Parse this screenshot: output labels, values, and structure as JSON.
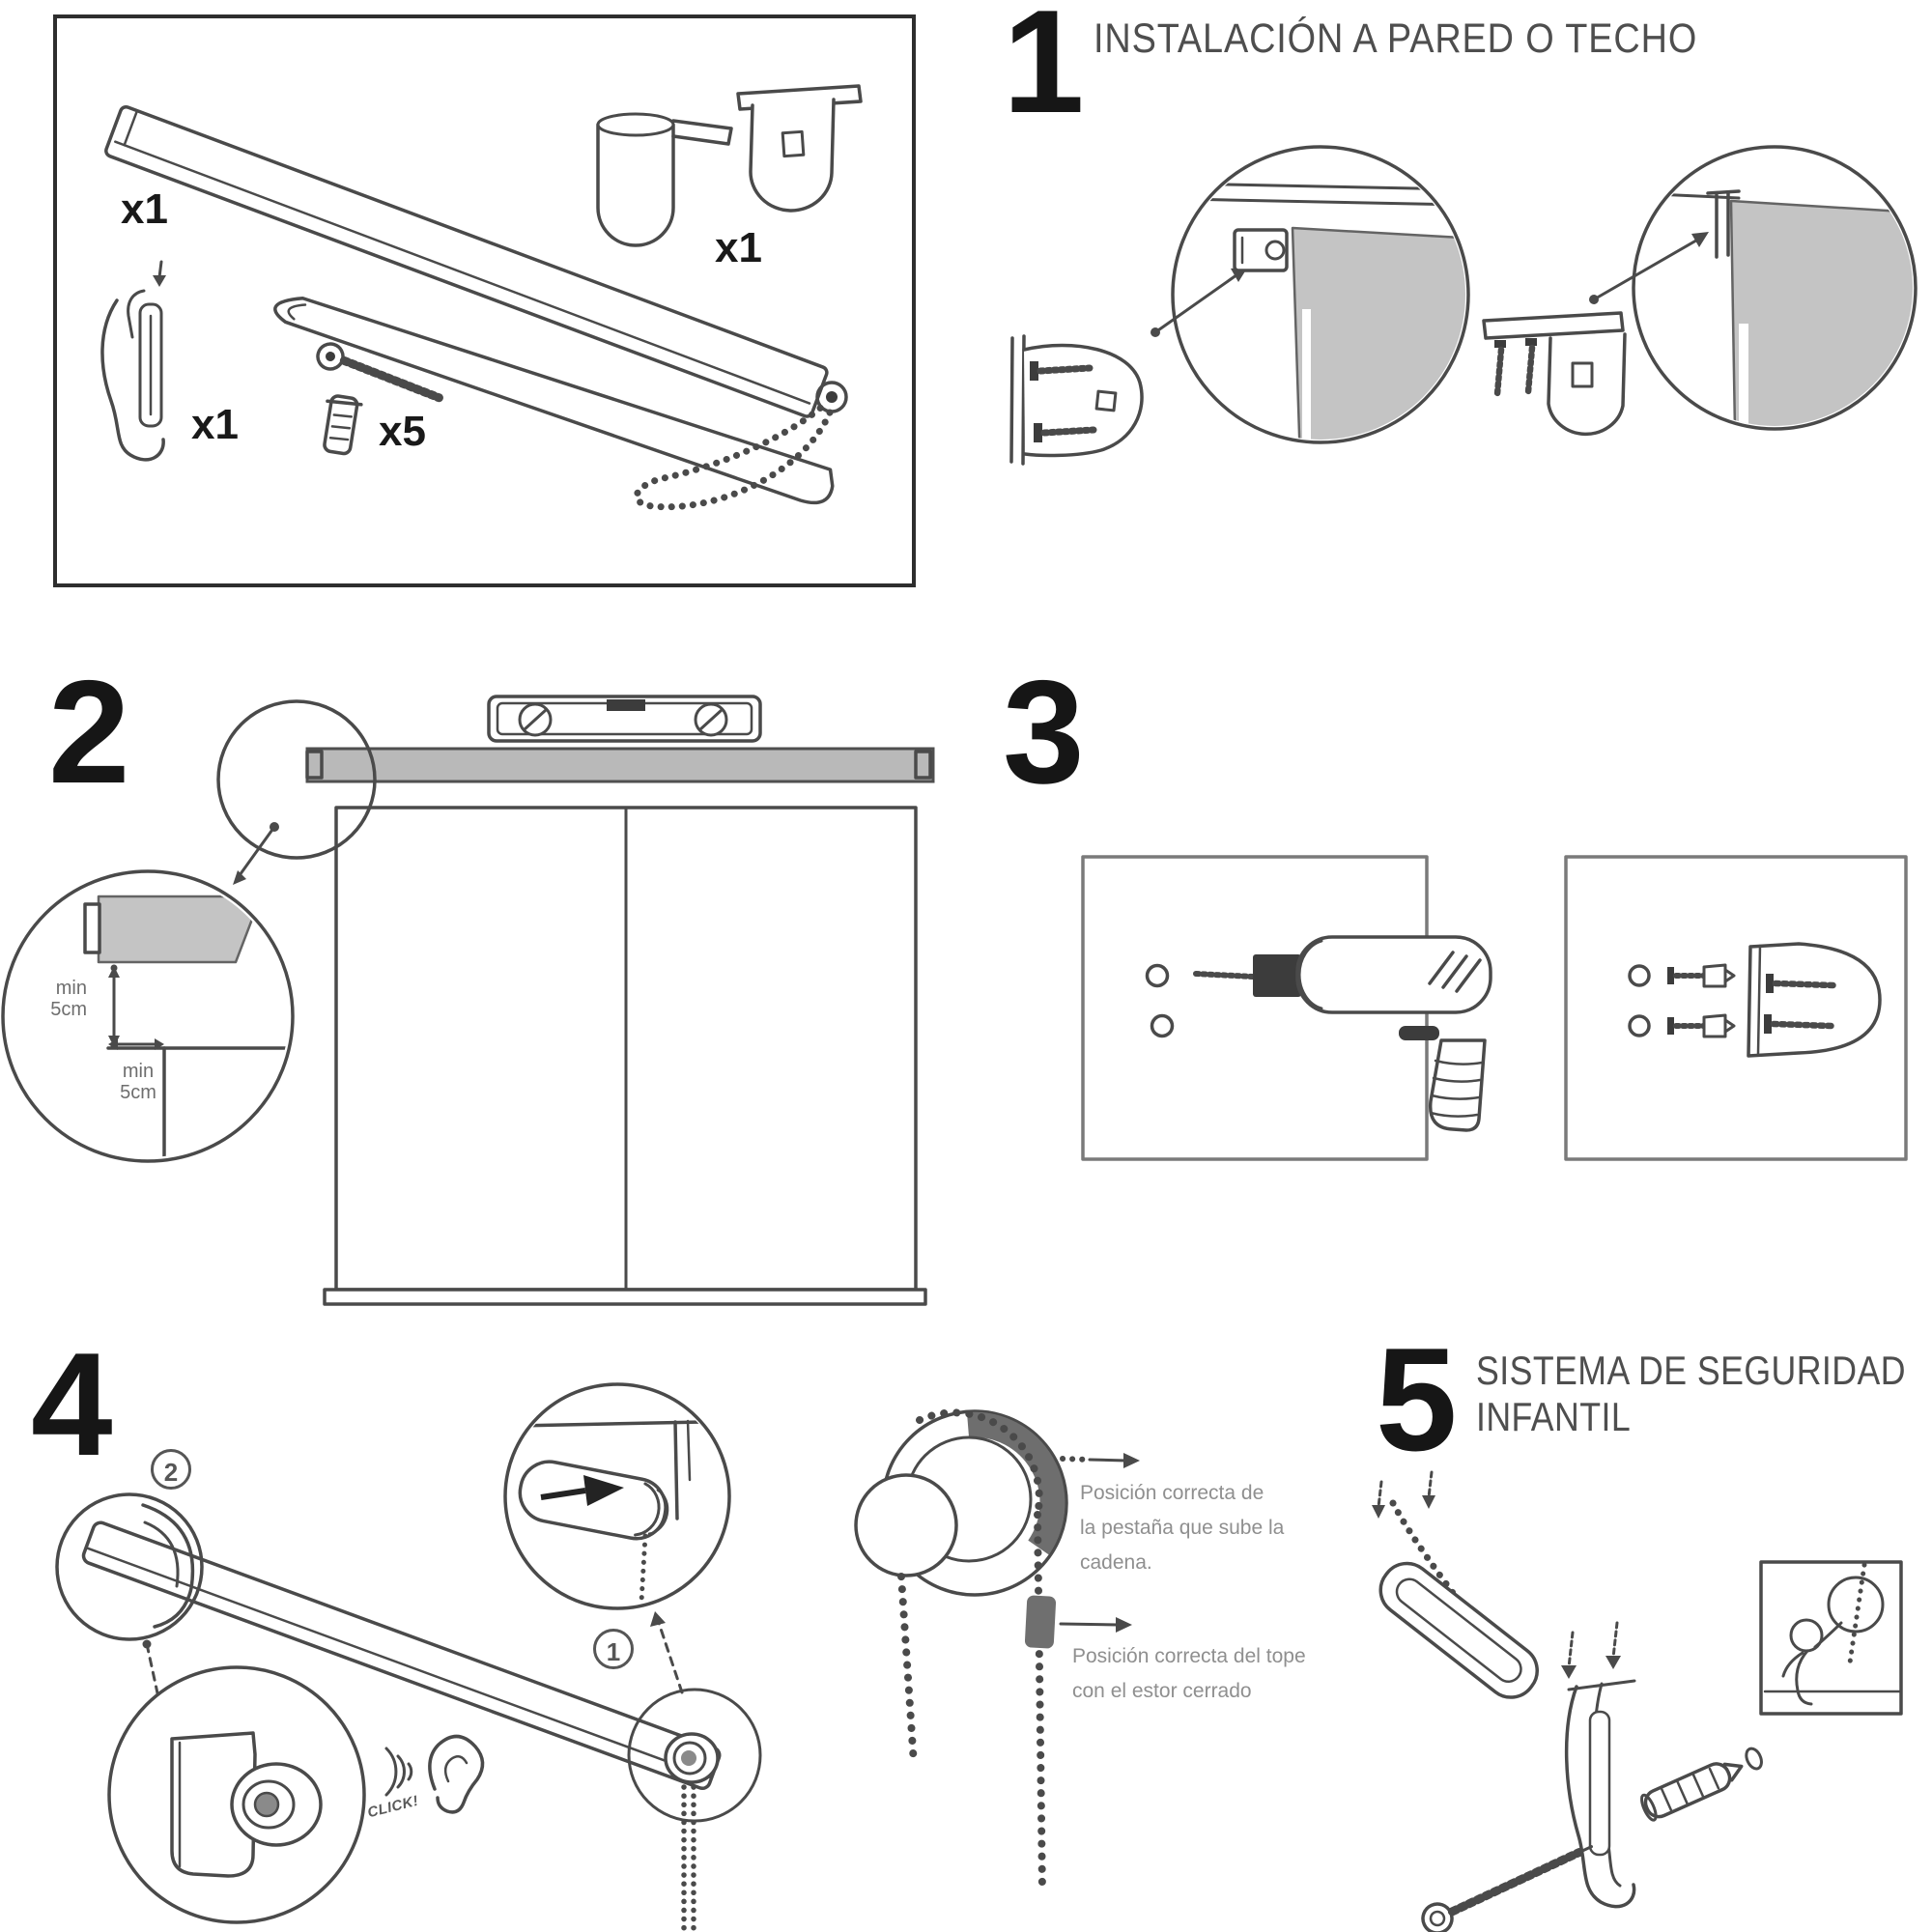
{
  "sheet": {
    "background": "#ffffff",
    "line_color": "#4a4a4a",
    "shade_color": "#c4c4c4",
    "number_color": "#161616",
    "title_color": "#4e4e4e"
  },
  "parts_box": {
    "roller_qty": "x1",
    "brackets_qty": "x1",
    "safety_clip_qty": "x1",
    "screws_qty": "x5"
  },
  "steps": {
    "one": {
      "number": "1",
      "title": "INSTALACIÓN A PARED O TECHO"
    },
    "two": {
      "number": "2",
      "min_vertical": "min\n5cm",
      "min_horizontal": "min\n5cm"
    },
    "three": {
      "number": "3"
    },
    "four": {
      "number": "4",
      "marker_fit_label": "1",
      "marker_snap_label": "2",
      "click_label": "CLICK!",
      "note_chain": "Posición correcta de la pestaña que sube la cadena.",
      "note_stop": "Posición correcta del tope con el estor cerrado"
    },
    "five": {
      "number": "5",
      "title": "SISTEMA DE SEGURIDAD INFANTIL"
    }
  }
}
